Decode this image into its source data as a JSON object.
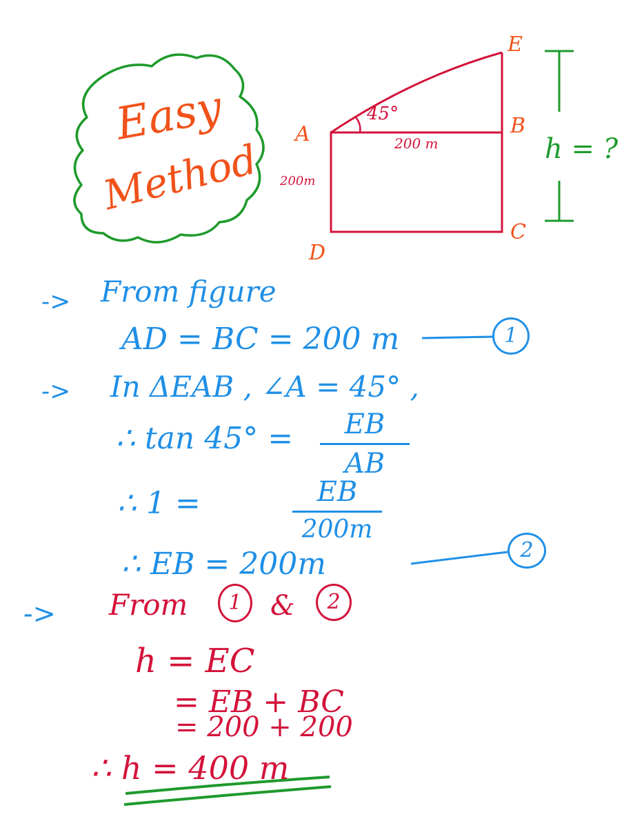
{
  "badge": {
    "line1": "Easy",
    "line2": "Method"
  },
  "figure": {
    "points": {
      "A": "A",
      "B": "B",
      "C": "C",
      "D": "D",
      "E": "E"
    },
    "angle_label": "45°",
    "ab_label": "200 m",
    "ad_label": "200m",
    "height_label": "h = ?"
  },
  "steps": {
    "s1_arrow": "->",
    "s1": "From figure",
    "s1_eq": "AD = BC = 200 m",
    "s1_ref": "1",
    "s2_arrow": "->",
    "s2": "In ΔEAB ,  ∠A = 45° ,",
    "s2_tan_lhs": "∴ tan 45° =",
    "s2_tan_num": "EB",
    "s2_tan_den": "AB",
    "s2_one_lhs": "∴    1  =",
    "s2_one_num": "EB",
    "s2_one_den": "200m",
    "s2_eb": "∴   EB =  200m",
    "s2_ref": "2",
    "s3_arrow": "->",
    "s3_from": "From",
    "s3_ref1": "1",
    "s3_amp": "&",
    "s3_ref2": "2",
    "s3_l1": "h = EC",
    "s3_l2": "= EB + BC",
    "s3_l3": "= 200 + 200",
    "s3_l4": "∴ h = 400 m"
  },
  "colors": {
    "blue": "#1f8fe6",
    "red": "#d3123a",
    "orange": "#f0521a",
    "green": "#1e9a2c"
  }
}
